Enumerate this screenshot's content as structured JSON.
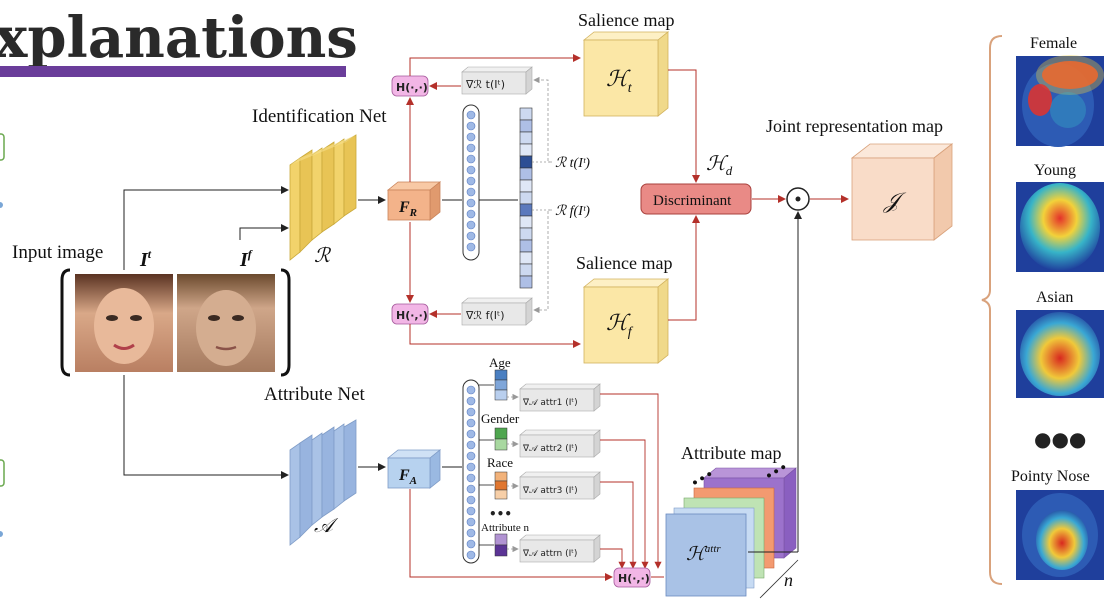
{
  "slide": {
    "title": "xplanations"
  },
  "labels": {
    "input_image": "Input image",
    "it": "I",
    "it_sup": "t",
    "if": "I",
    "if_sup": "f",
    "identification_net": "Identification Net",
    "r_symbol": "ℛ",
    "fr": "F",
    "fr_sub": "R",
    "attribute_net": "Attribute Net",
    "a_symbol": "𝒜",
    "fa": "F",
    "fa_sub": "A",
    "salience_top": "Salience map",
    "salience_bottom": "Salience map",
    "ht": "ℋ",
    "ht_sub": "t",
    "hf": "ℋ",
    "hf_sub": "f",
    "hd": "ℋ",
    "hd_sub": "d",
    "discriminant": "Discriminant",
    "joint_map": "Joint representation map",
    "j_symbol": "𝒥",
    "attribute_map": "Attribute map",
    "hattr": "ℋ",
    "hattr_sup": "attr",
    "n_label": "n",
    "h_op": "H(·,·)",
    "grad_rt": "∇ℛ t(Iᵗ)",
    "grad_rf": "∇ℛ f(Iᵗ)",
    "rt_label": "ℛ t(Iᵗ)",
    "rf_label": "ℛ f(Iᵗ)",
    "attr_age": "Age",
    "attr_gender": "Gender",
    "attr_race": "Race",
    "attr_dots": "•••",
    "attr_n": "Attribute n",
    "grad_a1": "∇𝒜 attr1 (Iᵗ)",
    "grad_a2": "∇𝒜 attr2 (Iᵗ)",
    "grad_a3": "∇𝒜 attr3 (Iᵗ)",
    "grad_an": "∇𝒜 attrn (Iᵗ)"
  },
  "right_panel": {
    "items": [
      "Female",
      "Young",
      "Asian",
      "Pointy Nose"
    ],
    "ellipsis": "●●●"
  },
  "colors": {
    "accent_bar": "#6a3d9a",
    "ident_net": "#f2d36b",
    "attr_net": "#a9c2e6",
    "fr_box": "#f3b38a",
    "fa_box": "#b7d2ef",
    "salience": "#fbe7a6",
    "discriminant": "#e98a86",
    "joint": "#f9dcc8",
    "h_op": "#f2b6e6",
    "arrow_red": "#b4302a"
  }
}
